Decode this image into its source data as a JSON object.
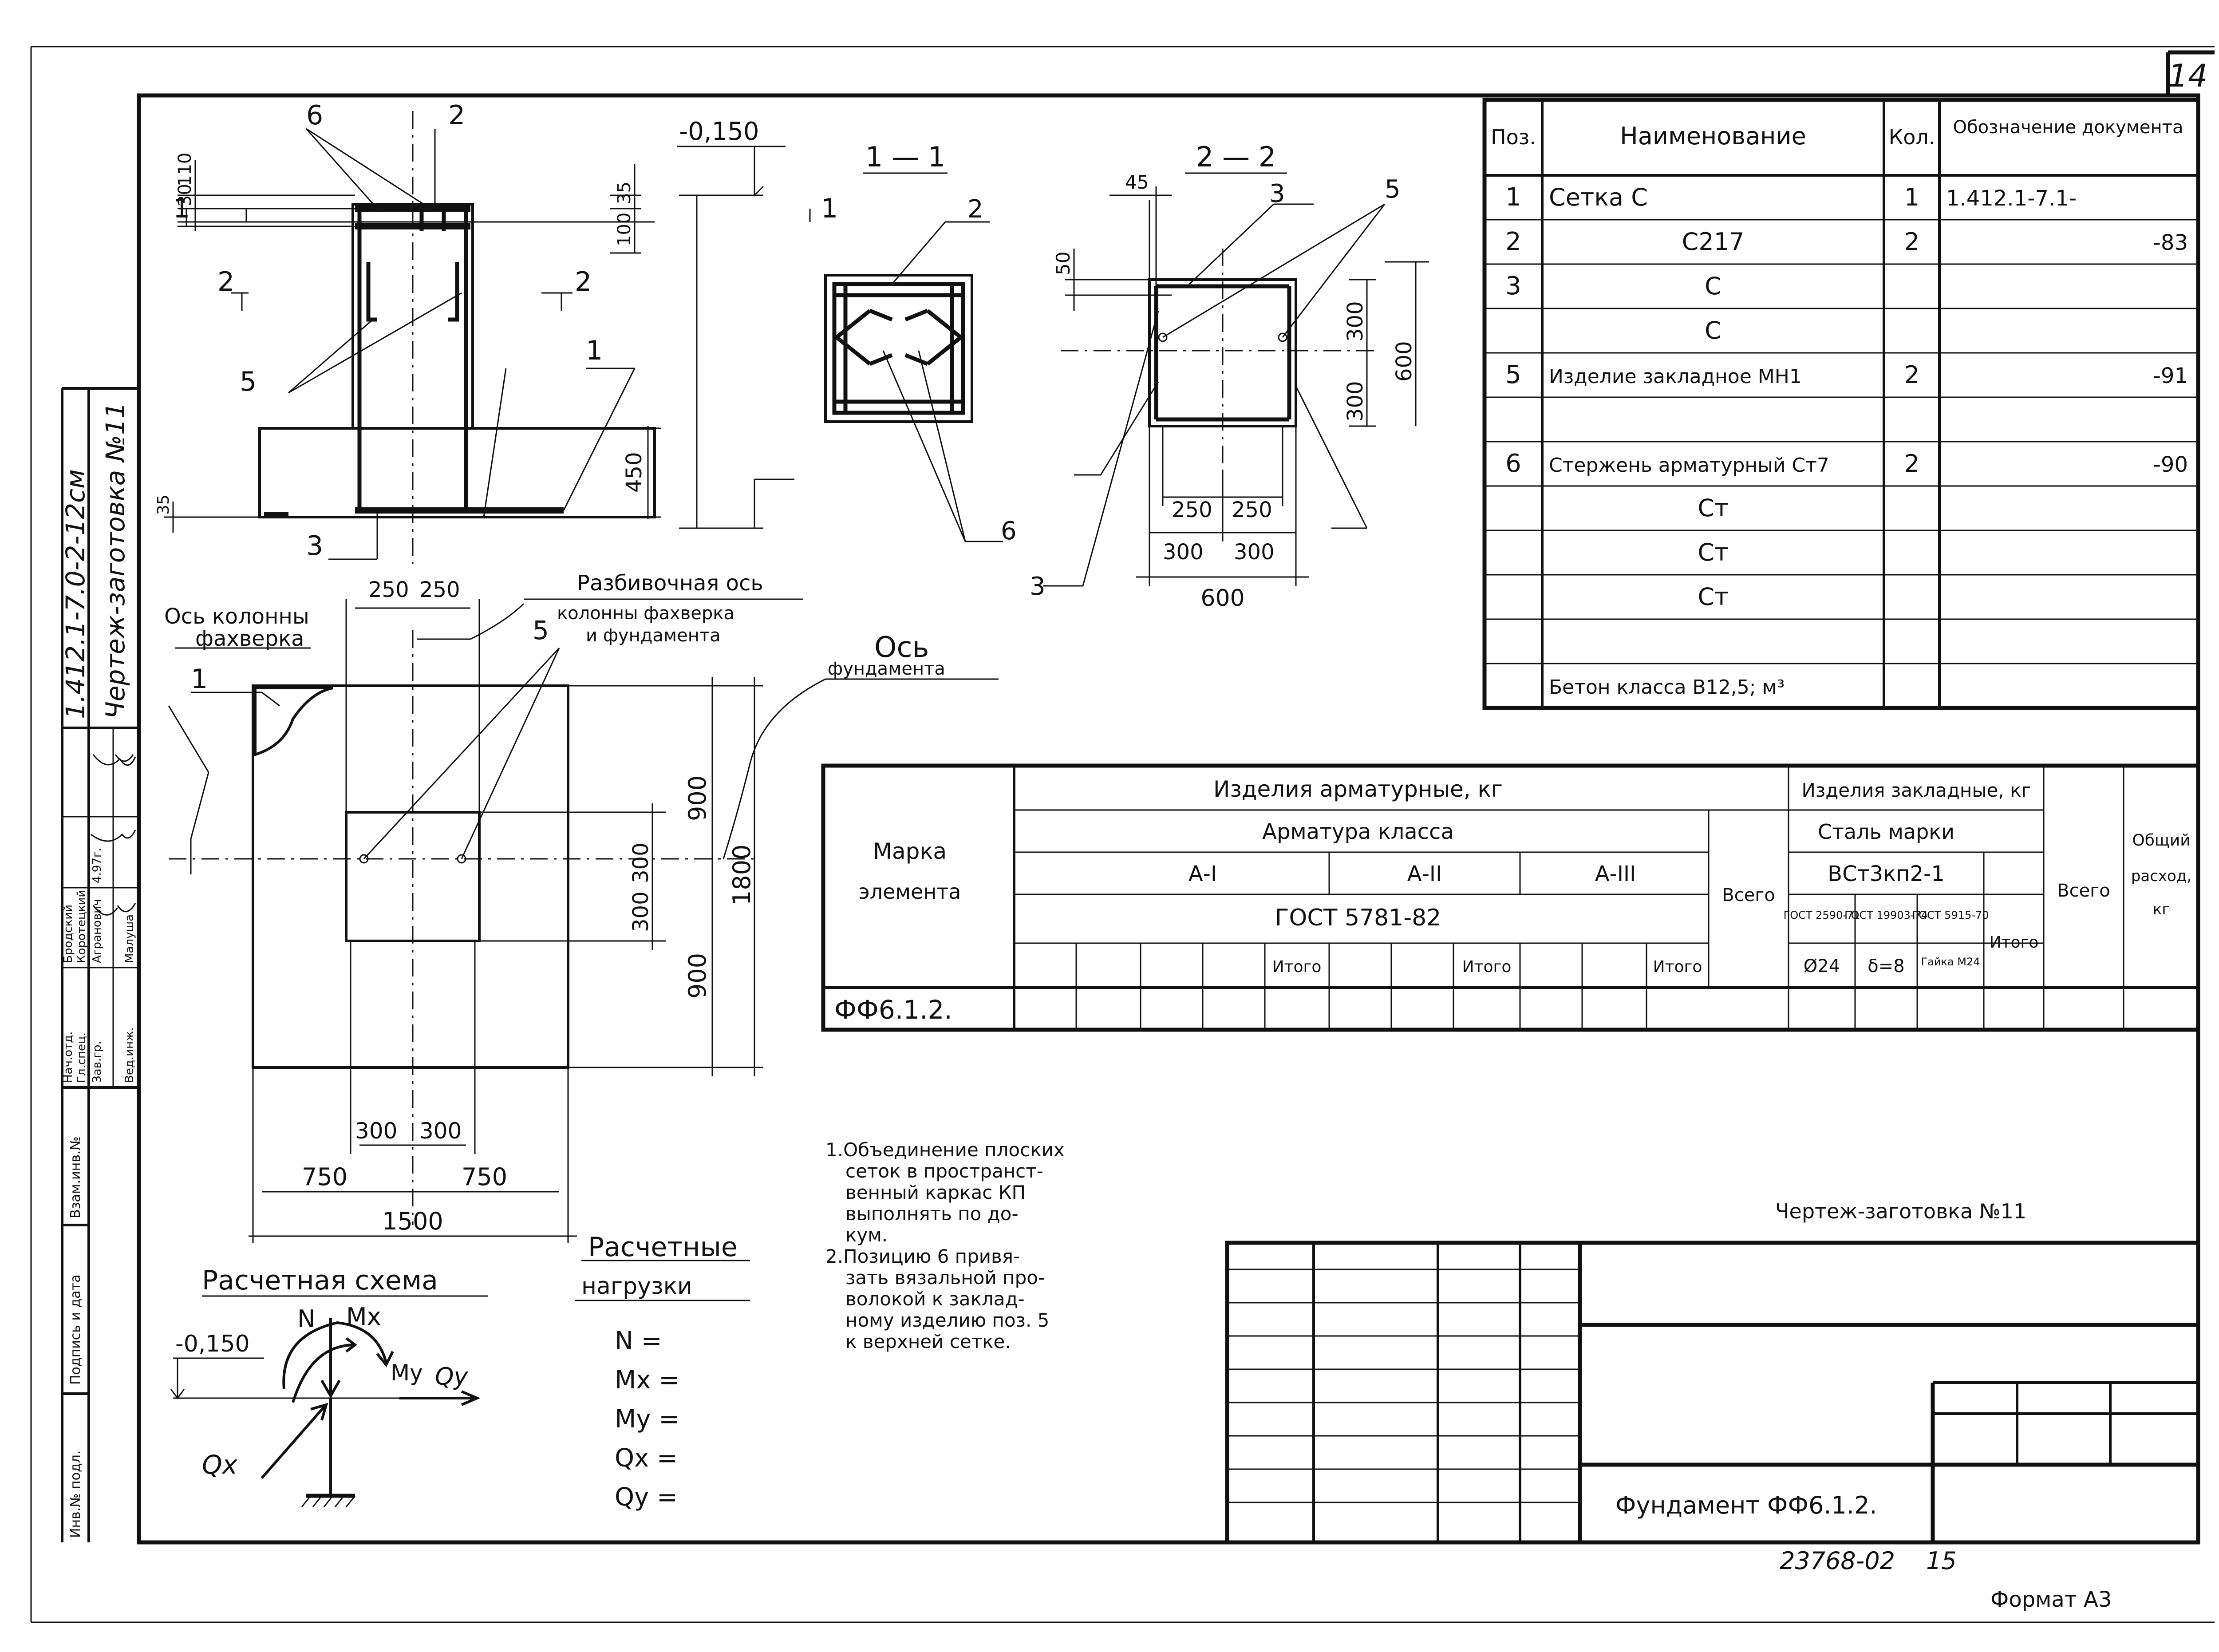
{
  "sheet": {
    "sheet_number": "14",
    "document_code": "1.412.1-7.0-2-12см",
    "drawing_title": "Чертеж-заготовка №11",
    "drawing_title_main": "Чертеж-заготовка №11",
    "product_title": "Фундамент ФФ6.1.2.",
    "archive_number": "23768-02",
    "page_number": "15",
    "format_label": "Формат А3"
  },
  "side_stamp": {
    "roles": [
      "Нач.отд.",
      "Гл.спец.",
      "Зав.гр.",
      "Вед.инж."
    ],
    "names": [
      "Бродский",
      "Коротецкий",
      "Агранович",
      "Малуша"
    ],
    "dates": [
      "",
      "",
      "4.97г.",
      ""
    ],
    "fields": [
      "Инв.№ подл.",
      "Подпись и дата",
      "Взам.инв.№"
    ]
  },
  "elevation_view": {
    "label_6": "6",
    "label_2": "2",
    "label_5": "5",
    "label_1": "1",
    "label_3": "3",
    "section_1_left": "1",
    "section_1_right": "1",
    "section_2_left": "2",
    "section_2_right": "2",
    "elevation": "-0,150",
    "dim_30": "30",
    "dim_110": "110",
    "dim_35_top": "35",
    "dim_100": "100",
    "dim_450": "450",
    "dim_35_bottom": "35"
  },
  "section_1_1": {
    "title": "1 — 1",
    "label_2": "2",
    "label_6": "6"
  },
  "section_2_2": {
    "title": "2 — 2",
    "label_3_top": "3",
    "label_5": "5",
    "label_3_bottom": "3",
    "dim_45": "45",
    "dim_50": "50",
    "dim_300_upper": "300",
    "dim_300_lower": "300",
    "dim_600_vertical": "600",
    "dim_250_left": "250",
    "dim_250_right": "250",
    "dim_300_left": "300",
    "dim_300_right": "300",
    "dim_600_horizontal": "600"
  },
  "plan_view": {
    "column_axis_line1": "Ось колонны",
    "column_axis_line2": "фахверка",
    "layout_axis_line1": "Разбивочная ось",
    "layout_axis_line2": "колонны фахверка",
    "layout_axis_line3": "и фундамента",
    "foundation_axis_line1": "Ось",
    "foundation_axis_line2": "фундамента",
    "label_1": "1",
    "label_5": "5",
    "dim_250_left": "250",
    "dim_250_right": "250",
    "dim_300_upper": "300",
    "dim_300_lower": "300",
    "dim_900_upper": "900",
    "dim_900_lower": "900",
    "dim_1800": "1800",
    "dim_300_bottom_left": "300",
    "dim_300_bottom_right": "300",
    "dim_750_left": "750",
    "dim_750_right": "750",
    "dim_1500": "1500"
  },
  "spec_table": {
    "headers": [
      "Поз.",
      "Наименование",
      "Кол.",
      "Обозначение документа"
    ],
    "rows": [
      {
        "pos": "1",
        "name": "Сетка С",
        "qty": "1",
        "doc": "1.412.1-7.1-"
      },
      {
        "pos": "2",
        "name": "С217",
        "qty": "2",
        "doc": "-83"
      },
      {
        "pos": "3",
        "name": "С",
        "qty": "",
        "doc": ""
      },
      {
        "pos": "",
        "name": "С",
        "qty": "",
        "doc": ""
      },
      {
        "pos": "5",
        "name": "Изделие закладное МН1",
        "qty": "2",
        "doc": "-91"
      },
      {
        "pos": "",
        "name": "",
        "qty": "",
        "doc": ""
      },
      {
        "pos": "6",
        "name": "Стержень арматурный Ст7",
        "qty": "2",
        "doc": "-90"
      },
      {
        "pos": "",
        "name": "Ст",
        "qty": "",
        "doc": ""
      },
      {
        "pos": "",
        "name": "Ст",
        "qty": "",
        "doc": ""
      },
      {
        "pos": "",
        "name": "Ст",
        "qty": "",
        "doc": ""
      },
      {
        "pos": "",
        "name": "",
        "qty": "",
        "doc": ""
      },
      {
        "pos": "",
        "name": "Бетон класса В12,5; м³",
        "qty": "",
        "doc": ""
      }
    ]
  },
  "steel_table": {
    "mark_line1": "Марка",
    "mark_line2": "элемента",
    "rebar_products": "Изделия арматурные, кг",
    "rebar_class": "Арматура класса",
    "class_a1": "А-I",
    "class_a2": "А-II",
    "class_a3": "А-III",
    "gost_rebar": "ГОСТ 5781-82",
    "total_word": "Итого",
    "total_word_2": "Итого",
    "total_word_3": "Итого",
    "sum_rebar": "Всего",
    "embedded_products": "Изделия закладные, кг",
    "steel_grade": "Сталь марки",
    "steel_name": "ВСт3кп2-1",
    "gost_a": "ГОСТ 2590-71",
    "gost_b": "ГОСТ 19903-74",
    "gost_c": "ГОСТ 5915-70",
    "size_a": "Ø24",
    "size_b": "δ=8",
    "size_c": "Гайка М24",
    "total_embedded": "Итого",
    "sum_embedded": "Всего",
    "overall_line1": "Общий",
    "overall_line2": "расход,",
    "overall_line3": "кг",
    "element": "ФФ6.1.2."
  },
  "notes": [
    "1.Объединение плоских",
    "сеток в пространст-",
    "венный каркас КП",
    "выполнять по до-",
    "кум.",
    "2.Позицию 6 привя-",
    "зать вязальной про-",
    "волокой к заклад-",
    "ному изделию поз. 5",
    "к верхней сетке."
  ],
  "calc_scheme": {
    "title": "Расчетная схема",
    "elevation": "-0,150",
    "N": "N",
    "Mx": "Mx",
    "My": "My",
    "Qy": "Qy",
    "Qx": "Qx"
  },
  "loads": {
    "title_line1": "Расчетные",
    "title_line2": "нагрузки",
    "items": [
      "N =",
      "Mx =",
      "My =",
      "Qx =",
      "Qy ="
    ]
  }
}
